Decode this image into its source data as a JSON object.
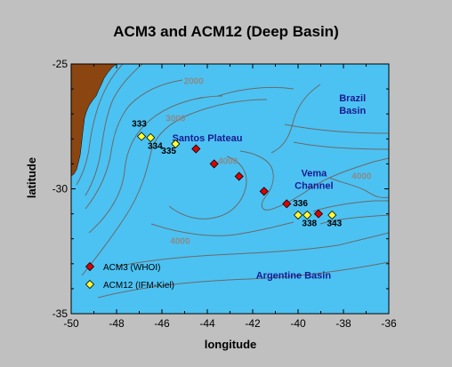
{
  "title": "ACM3 and ACM12 (Deep Basin)",
  "axes": {
    "xlabel": "longitude",
    "ylabel": "latitude",
    "xlim": [
      -50,
      -36
    ],
    "ylim": [
      -35,
      -25
    ],
    "xticks": [
      -50,
      -48,
      -46,
      -44,
      -42,
      -40,
      -38,
      -36
    ],
    "yticks": [
      -25,
      -30,
      -35
    ]
  },
  "contour_labels": [
    {
      "text": "2000",
      "lon": -44.6,
      "lat": -25.8
    },
    {
      "text": "3000",
      "lon": -45.4,
      "lat": -27.3
    },
    {
      "text": "4000",
      "lon": -43.1,
      "lat": -29.0
    },
    {
      "text": "4000",
      "lon": -37.2,
      "lat": -29.6
    },
    {
      "text": "4000",
      "lon": -45.2,
      "lat": -32.2
    }
  ],
  "region_labels": [
    {
      "text": "Brazil",
      "lon": -37.6,
      "lat": -26.5
    },
    {
      "text": "Basin",
      "lon": -37.6,
      "lat": -27.0
    },
    {
      "text": "Santos Plateau",
      "lon": -44.0,
      "lat": -28.1
    },
    {
      "text": "Vema",
      "lon": -39.3,
      "lat": -29.5
    },
    {
      "text": "Channel",
      "lon": -39.3,
      "lat": -30.0
    },
    {
      "text": "Argentine Basin",
      "lon": -40.2,
      "lat": -33.6
    }
  ],
  "moorings": {
    "acm3": {
      "name": "ACM3 (WHOI)",
      "color": "#dd0000",
      "points": [
        {
          "lon": -44.5,
          "lat": -28.4
        },
        {
          "lon": -43.7,
          "lat": -29.0
        },
        {
          "lon": -42.6,
          "lat": -29.5
        },
        {
          "lon": -41.5,
          "lat": -30.1
        },
        {
          "lon": -40.5,
          "lat": -30.6
        },
        {
          "lon": -39.1,
          "lat": -31.0
        }
      ]
    },
    "acm12": {
      "name": "ACM12 (IFM-Kiel)",
      "color": "#ffff33",
      "points": [
        {
          "lon": -46.9,
          "lat": -27.9
        },
        {
          "lon": -46.5,
          "lat": -27.95
        },
        {
          "lon": -45.4,
          "lat": -28.2
        },
        {
          "lon": -40.0,
          "lat": -31.05
        },
        {
          "lon": -39.6,
          "lat": -31.05
        },
        {
          "lon": -38.5,
          "lat": -31.05
        }
      ]
    }
  },
  "station_labels": [
    {
      "text": "333",
      "lon": -47.0,
      "lat": -27.5
    },
    {
      "text": "334",
      "lon": -46.3,
      "lat": -28.4
    },
    {
      "text": "335",
      "lon": -45.7,
      "lat": -28.6
    },
    {
      "text": "336",
      "lon": -39.9,
      "lat": -30.7
    },
    {
      "text": "338",
      "lon": -39.5,
      "lat": -31.5
    },
    {
      "text": "343",
      "lon": -38.4,
      "lat": -31.5
    }
  ],
  "colors": {
    "ocean": "#4cc2f2",
    "land": "#8b4511",
    "contour": "#6a6a6a",
    "background": "#c0c0c0"
  }
}
